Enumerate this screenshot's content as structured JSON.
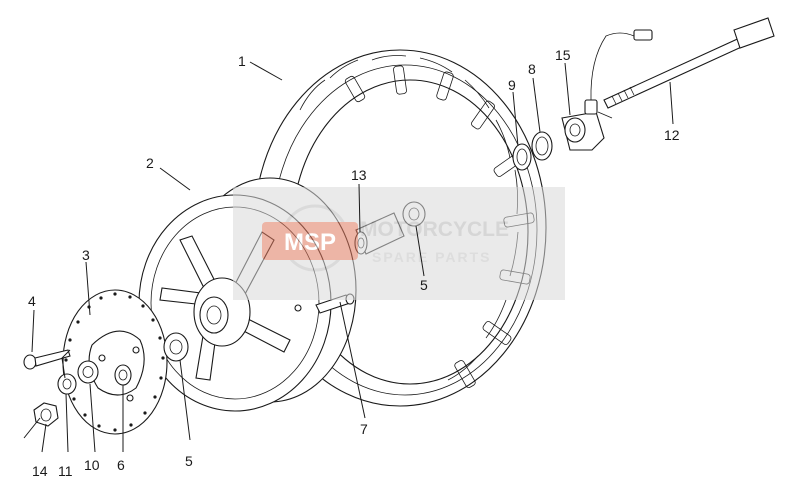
{
  "watermark": {
    "logo_text": "MSP",
    "line1": "MOTORCYCLE",
    "line2": "SPARE PARTS",
    "color": "#c8c8c8",
    "logo_color": "#e07a5f"
  },
  "callouts": [
    {
      "id": "1"
    },
    {
      "id": "2"
    },
    {
      "id": "3"
    },
    {
      "id": "4"
    },
    {
      "id": "5a"
    },
    {
      "id": "5b"
    },
    {
      "id": "6"
    },
    {
      "id": "7"
    },
    {
      "id": "8"
    },
    {
      "id": "9"
    },
    {
      "id": "10"
    },
    {
      "id": "11"
    },
    {
      "id": "12"
    },
    {
      "id": "13"
    },
    {
      "id": "14"
    },
    {
      "id": "15"
    }
  ],
  "labels": {
    "n1": "1",
    "n2": "2",
    "n3": "3",
    "n4": "4",
    "n5a": "5",
    "n5b": "5",
    "n6": "6",
    "n7": "7",
    "n8": "8",
    "n9": "9",
    "n10": "10",
    "n11": "11",
    "n12": "12",
    "n13": "13",
    "n14": "14",
    "n15": "15"
  }
}
